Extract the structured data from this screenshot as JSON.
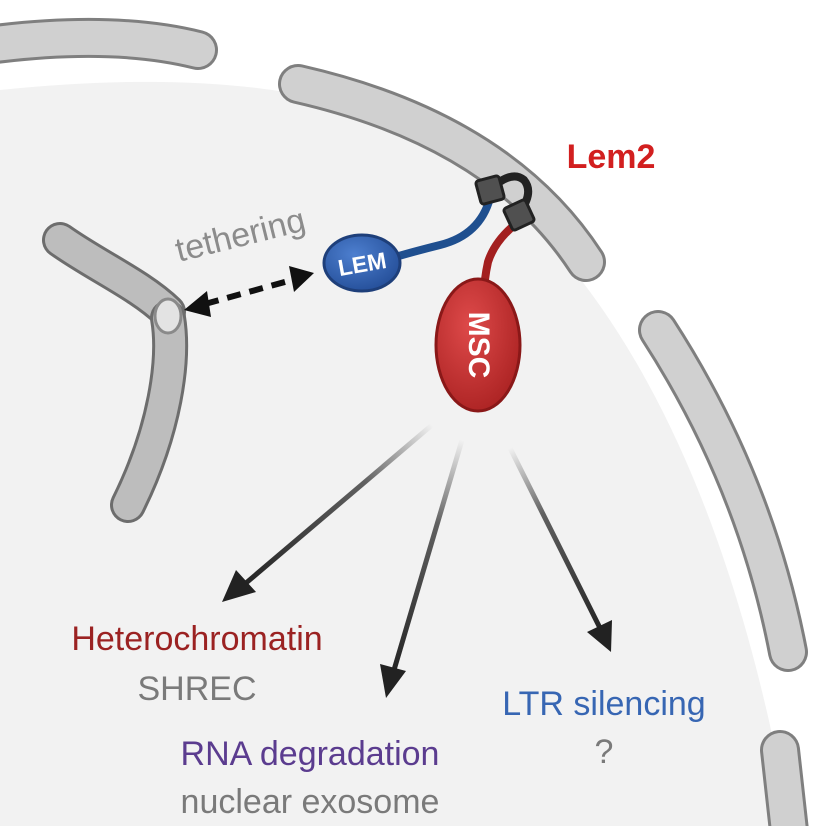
{
  "title": "Lem2",
  "tethering_label": "tethering",
  "lem_label": "LEM",
  "msc_label": "MSC",
  "outcomes": [
    {
      "label": "Heterochromatin",
      "sub": "SHREC"
    },
    {
      "label": "RNA degradation",
      "sub": "nuclear exosome"
    },
    {
      "label": "LTR silencing",
      "sub": "?"
    }
  ],
  "colors": {
    "title": "#d21f1f",
    "heterochromatin": "#9b2222",
    "rna": "#5b3c8f",
    "ltr": "#3766b3",
    "sub_text": "#7a7a7a",
    "lem_fill": "#2f5fae",
    "msc_fill": "#c52d2d",
    "nuclear_interior": "#f2f2f2",
    "envelope": "#cfcfcf"
  }
}
